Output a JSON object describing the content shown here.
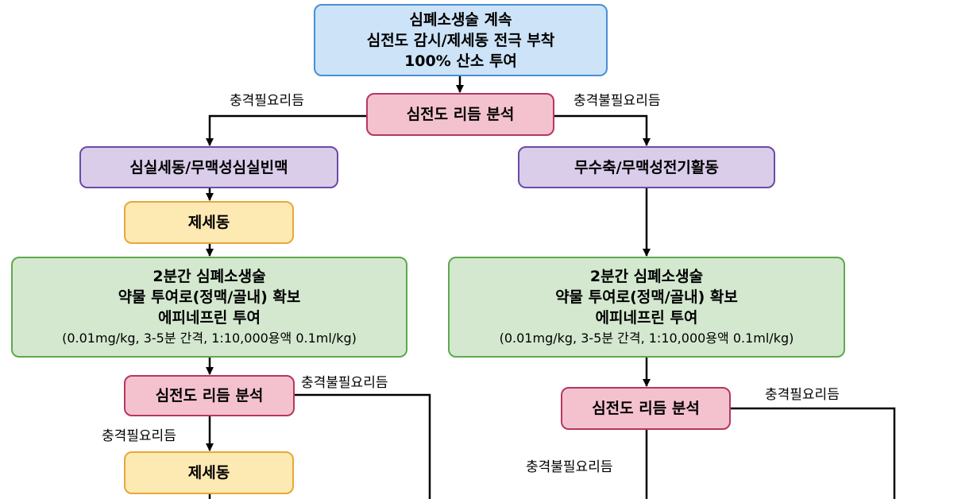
{
  "top": {
    "line1": "심폐소생술 계속",
    "line2": "심전도 감시/제세동 전극 부착",
    "line3": "100% 산소 투여"
  },
  "rhythm_analysis": "심전도 리듬 분석",
  "shockable": "충격필요리듬",
  "non_shockable": "충격불필요리듬",
  "vf_vt": "심실세동/무맥성심실빈맥",
  "asystole_pea": "무수축/무맥성전기활동",
  "defibrillation": "제세동",
  "cpr_block": {
    "line1": "2분간 심폐소생술",
    "line2": "약물 투여로(정맥/골내) 확보",
    "line3": "에피네프린 투여",
    "line4": "(0.01mg/kg, 3-5분 간격, 1:10,000용액 0.1ml/kg)"
  },
  "colors": {
    "blue_fill": "#cde3f8",
    "pink_fill": "#f4c2cf",
    "purple_fill": "#d9cdea",
    "yellow_fill": "#fde9b2",
    "green_fill": "#d3e8cf"
  }
}
